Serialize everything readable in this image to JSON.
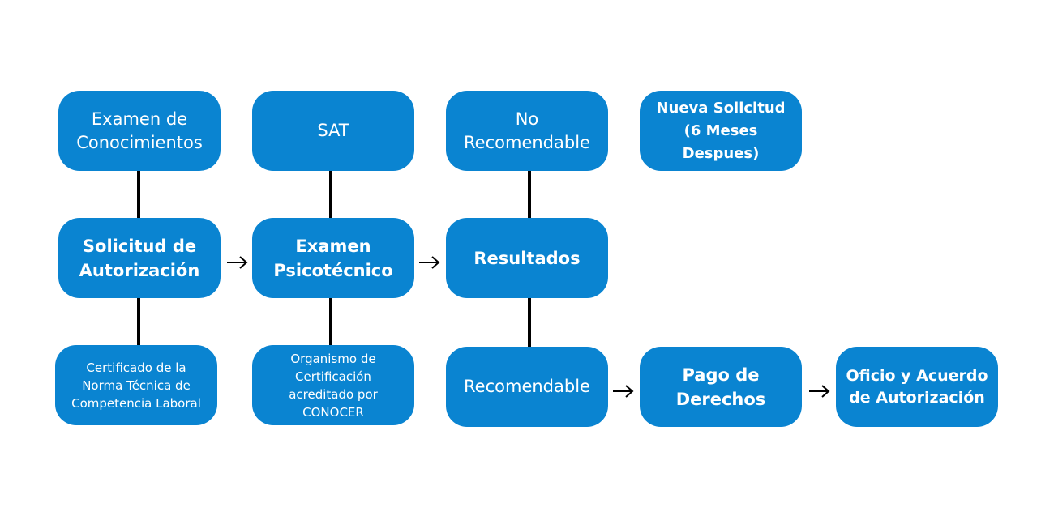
{
  "nodes": {
    "examen_conocimientos": "Examen de\nConocimientos",
    "sat": "SAT",
    "no_recomendable": "No\nRecomendable",
    "nueva_solicitud": "Nueva Solicitud\n(6 Meses Despues)",
    "solicitud_autorizacion": "Solicitud de\nAutorización",
    "examen_psicotecnico": "Examen\nPsicotécnico",
    "resultados": "Resultados",
    "certificado_norma": "Certificado de la\nNorma Técnica de\nCompetencia Laboral",
    "organismo_certificacion": "Organismo de\nCertificación\nacreditado por\nCONOCER",
    "recomendable": "Recomendable",
    "pago_derechos": "Pago de\nDerechos",
    "oficio_acuerdo": "Oficio y Acuerdo\nde Autorización"
  },
  "colors": {
    "box_fill": "#0a84d1",
    "box_text": "#ffffff",
    "connector": "#000000"
  }
}
